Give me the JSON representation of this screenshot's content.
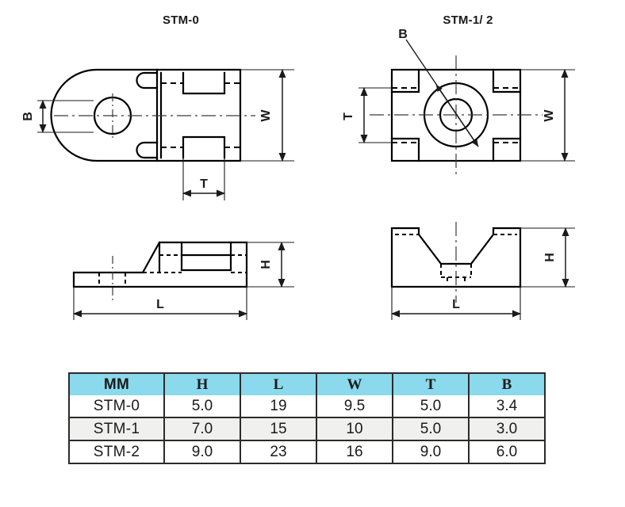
{
  "views": {
    "top_left": {
      "title": "STM-0",
      "dimensions": {
        "b": "B",
        "t": "T",
        "w": "W"
      }
    },
    "top_right": {
      "title": "STM-1/ 2",
      "dimensions": {
        "b": "B",
        "t": "T",
        "w": "W"
      }
    },
    "bottom_left": {
      "dimensions": {
        "h": "H",
        "l": "L"
      }
    },
    "bottom_right": {
      "dimensions": {
        "h": "H",
        "l": "L"
      }
    }
  },
  "spec_table": {
    "unit_label": "MM",
    "columns": [
      "H",
      "L",
      "W",
      "T",
      "B"
    ],
    "rows": [
      {
        "name": "STM-0",
        "values": [
          "5.0",
          "19",
          "9.5",
          "5.0",
          "3.4"
        ]
      },
      {
        "name": "STM-1",
        "values": [
          "7.0",
          "15",
          "10",
          "5.0",
          "3.0"
        ]
      },
      {
        "name": "STM-2",
        "values": [
          "9.0",
          "23",
          "16",
          "9.0",
          "6.0"
        ]
      }
    ]
  },
  "colors": {
    "header_fill": "#8ad9ec",
    "alt_row_fill": "#f0f0ee",
    "line": "#000000",
    "table_border": "#2b2b2b"
  }
}
